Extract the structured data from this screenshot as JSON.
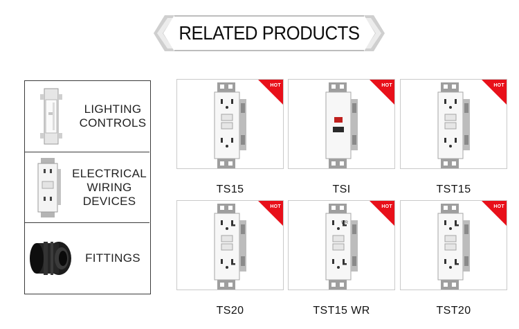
{
  "header": {
    "title": "RELATED PRODUCTS"
  },
  "categories": [
    {
      "label": "LIGHTING\nCONTROLS",
      "icon": "dimmer-switch-icon"
    },
    {
      "label": "ELECTRICAL\nWIRING\nDEVICES",
      "icon": "outlet-receptacle-icon"
    },
    {
      "label": "FITTINGS",
      "icon": "conduit-fitting-icon"
    }
  ],
  "products": [
    {
      "name": "TS15",
      "badge": "HOT"
    },
    {
      "name": "TSI",
      "badge": "HOT"
    },
    {
      "name": "TST15",
      "badge": "HOT"
    },
    {
      "name": "TS20",
      "badge": "HOT"
    },
    {
      "name": "TST15 WR",
      "badge": "HOT"
    },
    {
      "name": "TST20",
      "badge": "HOT"
    }
  ],
  "colors": {
    "hot_badge": "#e8101a",
    "border": "#3a3a3a",
    "card_border": "#c9c9c9",
    "banner_line": "#bdbdbd"
  }
}
